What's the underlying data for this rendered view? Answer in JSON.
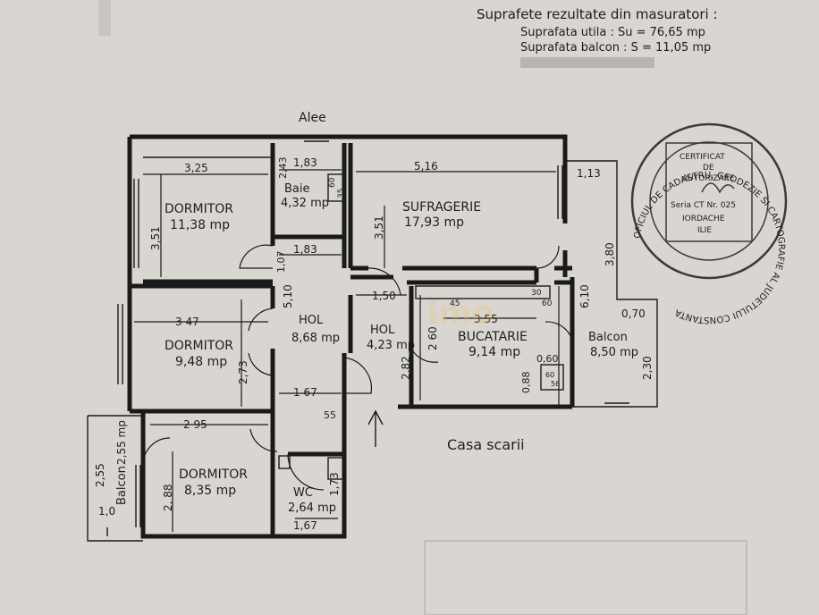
{
  "header": {
    "title": "Suprafete rezultate din masuratori :",
    "line_util": "Suprafata utila : Su = 76,65 mp",
    "line_balcon": "Suprafata balcon : S = 11,05 mp"
  },
  "labels": {
    "alee": "Alee",
    "casa_scarii": "Casa scarii"
  },
  "rooms": {
    "dormitor1": {
      "name": "DORMITOR",
      "area": "11,38 mp"
    },
    "baie": {
      "name": "Baie",
      "area": "4,32 mp"
    },
    "sufragerie": {
      "name": "SUFRAGERIE",
      "area": "17,93 mp"
    },
    "dormitor2": {
      "name": "DORMITOR",
      "area": "9,48 mp"
    },
    "hol1": {
      "name": "HOL",
      "area": "8,68 mp"
    },
    "hol2": {
      "name": "HOL",
      "area": "4,23 mp"
    },
    "bucatarie": {
      "name": "BUCATARIE",
      "area": "9,14 mp"
    },
    "balcon_right": {
      "name": "Balcon",
      "area": "8,50 mp"
    },
    "dormitor3": {
      "name": "DORMITOR",
      "area": "8,35 mp"
    },
    "wc": {
      "name": "WC",
      "area": "2,64 mp"
    },
    "balcon_left": {
      "name": "Balcon",
      "area": "2,55 mp"
    }
  },
  "dimensions": {
    "d_325": "3,25",
    "d_351a": "3,51",
    "d_183a": "1,83",
    "d_243": "2,43",
    "d_183b": "1,83",
    "d_107": "1,07",
    "d_516": "5,16",
    "d_351b": "3,51",
    "d_113": "1,13",
    "d_380": "3,80",
    "d_610": "6,10",
    "d_070": "0,70",
    "d_230": "2,30",
    "d_347": "3 47",
    "d_273": "2,73",
    "d_510": "5,10",
    "d_167a": "1 67",
    "d_150": "1,50",
    "d_355": "3 55",
    "d_260": "2 60",
    "d_282": "2,82",
    "d_060": "0,60",
    "d_088": "0,88",
    "d_295": "2 95",
    "d_288": "2, 88",
    "d_255": "2,55",
    "d_10": "1,0",
    "d_173": "1,73",
    "d_167b": "1,67",
    "d_55": "55",
    "d_60a": "60",
    "d_35": "35",
    "d_45": "45",
    "d_30": "30",
    "d_60b": "60",
    "d_60c": "60",
    "d_56": "56"
  },
  "stamp": {
    "ring_text": "OFICIUL DE CADASTRU, GEODEZIE SI CARTOGRAFIE AL JUDETULUI CONSTANTA",
    "line1": "CERTIFICAT",
    "line2": "DE",
    "line3": "AUTORIZARE",
    "serial": "Seria CT Nr. 025",
    "name1": "IORDACHE",
    "name2": "ILIE"
  },
  "colors": {
    "paper": "#d9d6d1",
    "ink": "#1e1e1e",
    "stamp": "#3a3a3a"
  }
}
